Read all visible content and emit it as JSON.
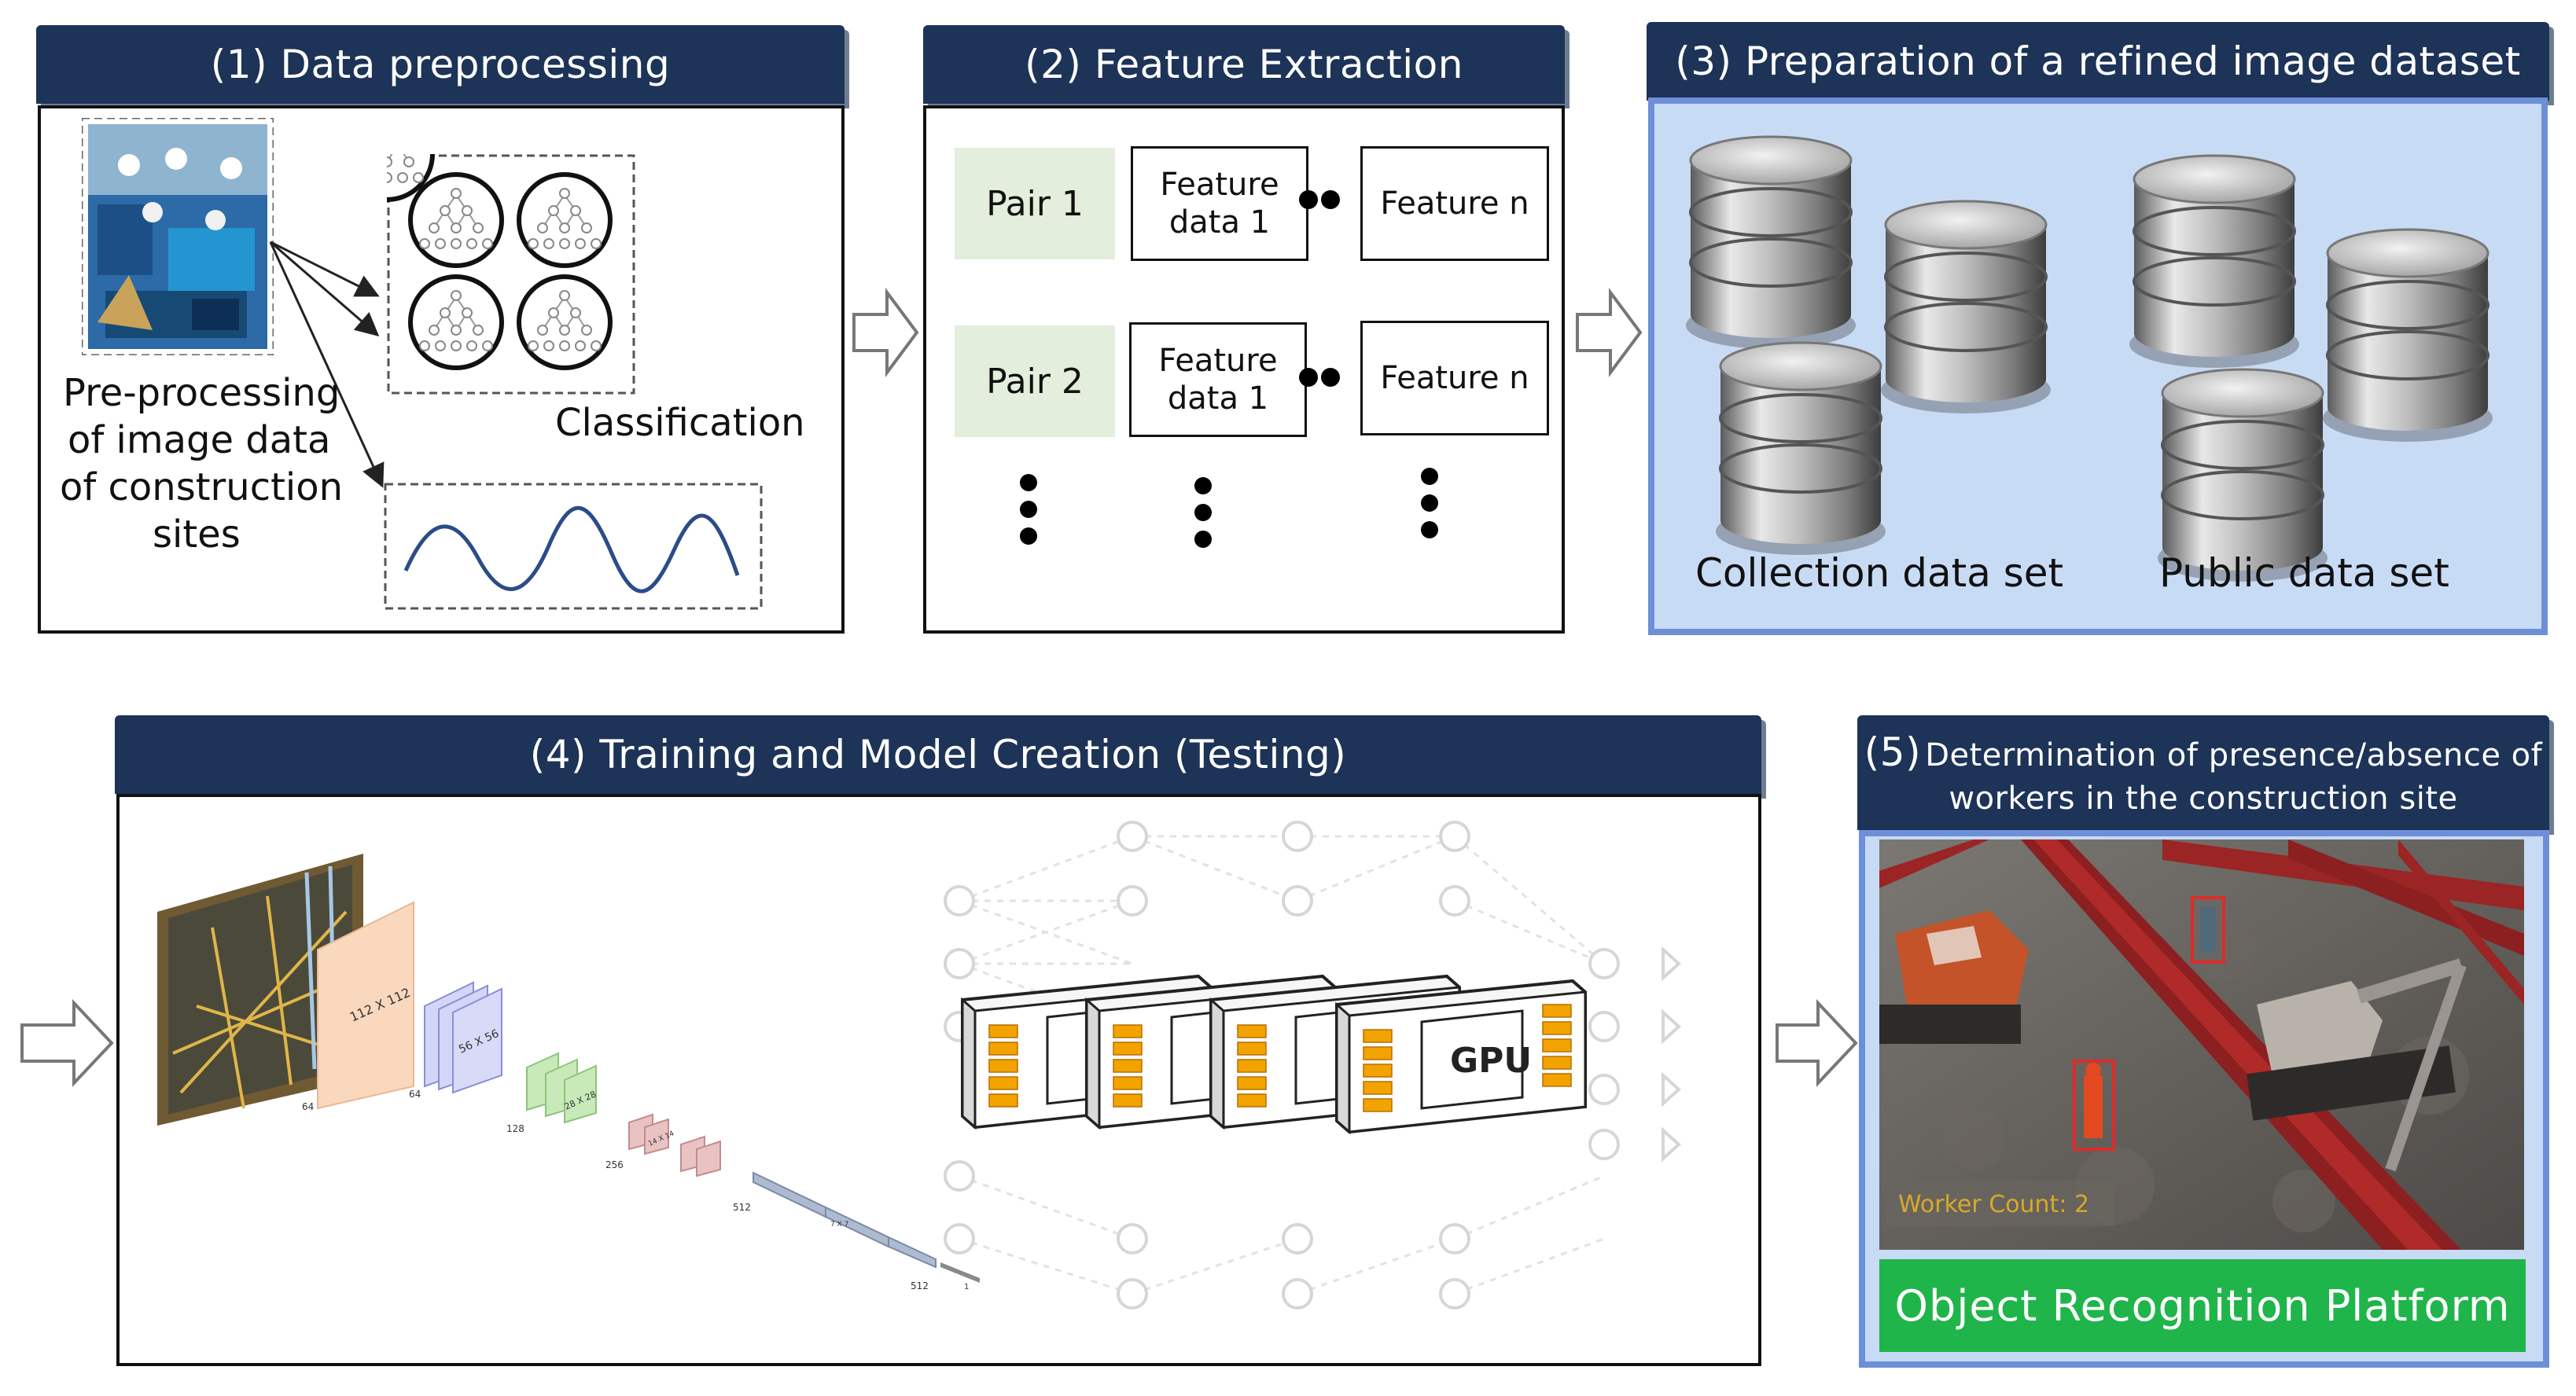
{
  "steps": {
    "step1": {
      "title": "(1) Data preprocessing",
      "caption_lines": [
        "Pre-processing",
        "of image data",
        "of construction",
        "sites"
      ],
      "classification": "Classification"
    },
    "step2": {
      "title": "(2) Feature Extraction",
      "rows": [
        {
          "pair": "Pair 1",
          "feature_line1": "Feature",
          "feature_line2": "data 1",
          "feature_n": "Feature n"
        },
        {
          "pair": "Pair 2",
          "feature_line1": "Feature",
          "feature_line2": "data 1",
          "feature_n": "Feature n"
        }
      ]
    },
    "step3": {
      "title": "(3) Preparation of a refined image dataset",
      "collection": "Collection data set",
      "public": "Public data set"
    },
    "step4": {
      "title": "(4) Training and Model Creation (Testing)",
      "cnn_labels": {
        "l112": "112 X 112",
        "l56": "56 X 56",
        "l28": "28 X 28",
        "l14": "14 X 14",
        "l7": "7 X 7",
        "d64a": "64",
        "d64b": "64",
        "d128": "128",
        "d256": "256",
        "d512a": "512",
        "d512b": "512",
        "d1": "1"
      },
      "gpu_label": "GPU"
    },
    "step5": {
      "title_prefix": "(5)",
      "title_line1": "Determination of presence/absence of",
      "title_line2": "workers in the construction site",
      "worker_count": "Worker Count: 2",
      "platform": "Object Recognition Platform"
    }
  },
  "colors": {
    "header_bg": "#1d3358",
    "panel_blue_border": "#6d8fd8",
    "panel_blue_fill": "#c8dbf5",
    "pair_fill": "#e4eedc",
    "gpu_orange": "#f2a300",
    "platform_green": "#1fb54a",
    "worker_count_text": "#d7a92a",
    "detection_box": "#e02a2a"
  },
  "icons": [
    "right-arrow-icon",
    "database-icon",
    "tree-network-icon",
    "gpu-card-icon"
  ]
}
